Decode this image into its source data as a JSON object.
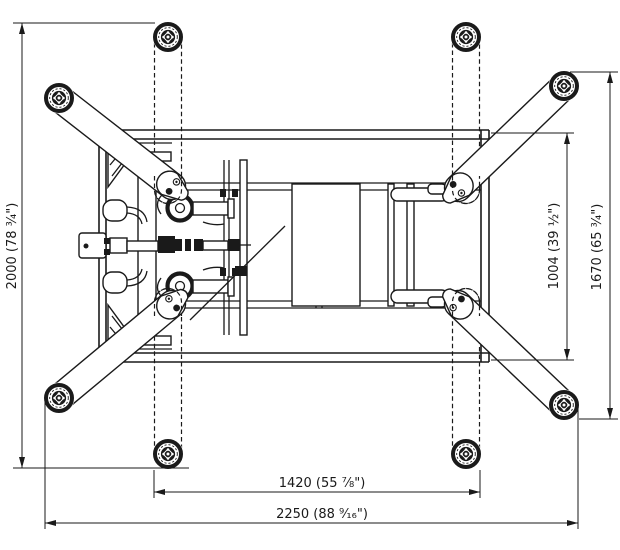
{
  "drawing": {
    "type": "technical-top-view",
    "colors": {
      "ink": "#1a1a1a",
      "paper": "#ffffff"
    },
    "dimensions": {
      "d2000": {
        "label": "2000 (78 ¾\")"
      },
      "d1004": {
        "label": "1004 (39 ½\")"
      },
      "d1670": {
        "label": "1670 (65 ¾\")"
      },
      "d1420": {
        "label": "1420 (55 ⅞\")"
      },
      "d2250": {
        "label": "2250 (88 ⁹⁄₁₆\")"
      }
    }
  }
}
